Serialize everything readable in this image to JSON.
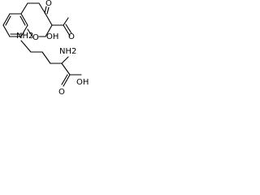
{
  "structure": {
    "atom_labels": {
      "ketone_oxygen": "O",
      "ring_oxygen": "O",
      "chromone_acid_oh": "OH",
      "chromone_acid_o": "O",
      "lysine_nh2_epsilon": "NH2",
      "lysine_nh2_alpha": "NH2",
      "lysine_acid_o": "O",
      "lysine_acid_oh": "OH"
    }
  },
  "colors": {
    "ink": "#000000",
    "background": "#ffffff"
  }
}
